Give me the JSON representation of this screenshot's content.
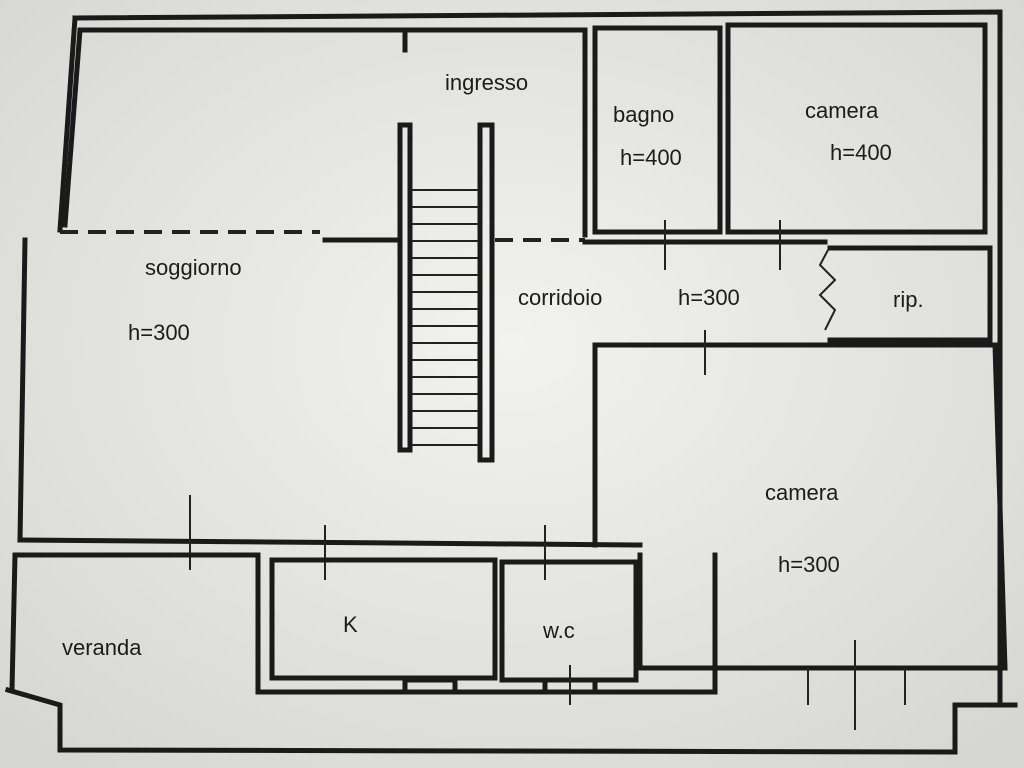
{
  "rooms": {
    "ingresso": {
      "name": "ingresso"
    },
    "bagno": {
      "name": "bagno",
      "height": "h=400"
    },
    "camera_top": {
      "name": "camera",
      "height": "h=400"
    },
    "soggiorno": {
      "name": "soggiorno",
      "height": "h=300"
    },
    "corridoio": {
      "name": "corridoio",
      "height": "h=300"
    },
    "ripostiglio": {
      "name": "rip."
    },
    "camera_big": {
      "name": "camera",
      "height": "h=300"
    },
    "veranda": {
      "name": "veranda"
    },
    "kitchen": {
      "name": "K"
    },
    "wc": {
      "name": "w.c"
    }
  },
  "colors": {
    "paper": "#ecece8",
    "ink": "#1a1a1a"
  }
}
